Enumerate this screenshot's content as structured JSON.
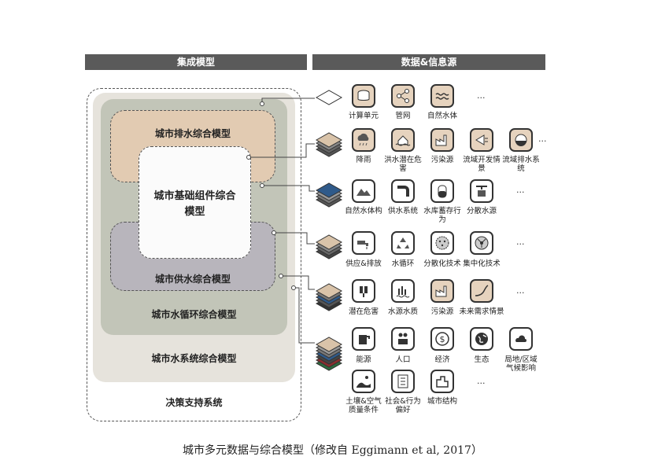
{
  "headers": {
    "left": "集成模型",
    "right": "数据&信息源"
  },
  "models": {
    "decision": "决策支持系统",
    "water_system": "城市水系统综合模型",
    "water_cycle": "城市水循环综合模型",
    "water_supply": "城市供水综合模型",
    "drainage": "城市排水综合模型",
    "basic_component": "城市基础组件综合模型"
  },
  "rows": [
    {
      "items": [
        {
          "label": "计算单元",
          "icon": "cylinder-icon"
        },
        {
          "label": "管网",
          "icon": "network-icon"
        },
        {
          "label": "自然水体",
          "icon": "water-waves-icon"
        }
      ],
      "more": "..."
    },
    {
      "items": [
        {
          "label": "降雨",
          "icon": "rain-cloud-icon"
        },
        {
          "label": "洪水潜在危害",
          "icon": "flood-house-icon"
        },
        {
          "label": "污染源",
          "icon": "factory-icon"
        },
        {
          "label": "流域开发情景",
          "icon": "funnel-icon"
        },
        {
          "label": "流域排水系统",
          "icon": "drain-icon"
        }
      ],
      "more": "..."
    },
    {
      "items": [
        {
          "label": "自然水体构",
          "icon": "mountains-icon"
        },
        {
          "label": "供水系统",
          "icon": "pipe-icon"
        },
        {
          "label": "水库蓄存行为",
          "icon": "reservoir-icon"
        },
        {
          "label": "分散水源",
          "icon": "tank-icon"
        }
      ],
      "more": "..."
    },
    {
      "items": [
        {
          "label": "供应&排放",
          "icon": "faucet-icon"
        },
        {
          "label": "水循环",
          "icon": "recycle-icon"
        },
        {
          "label": "分散化技术",
          "icon": "dots-circle-icon"
        },
        {
          "label": "集中化技术",
          "icon": "hub-icon"
        }
      ],
      "more": "..."
    },
    {
      "items": [
        {
          "label": "潜在危害",
          "icon": "hazard-icon"
        },
        {
          "label": "水源水质",
          "icon": "water-quality-icon"
        },
        {
          "label": "污染源",
          "icon": "factory-icon"
        },
        {
          "label": "未来需求情景",
          "icon": "curve-icon"
        }
      ],
      "more": "..."
    },
    {
      "items": [
        {
          "label": "能源",
          "icon": "energy-icon"
        },
        {
          "label": "人口",
          "icon": "people-icon"
        },
        {
          "label": "经济",
          "icon": "dollar-icon"
        },
        {
          "label": "生态",
          "icon": "globe-icon"
        },
        {
          "label": "局地/区域气候影响",
          "icon": "climate-icon"
        }
      ]
    },
    {
      "items": [
        {
          "label": "土壤&空气质量条件",
          "icon": "landscape-icon"
        },
        {
          "label": "社会&行为偏好",
          "icon": "list-icon"
        },
        {
          "label": "城市结构",
          "icon": "buildings-icon"
        }
      ],
      "more": "..."
    }
  ],
  "caption": "城市多元数据与综合模型（修改自 Eggimann et al, 2017）",
  "colors": {
    "header": "#5a5a5a",
    "tan": "#e6d3be",
    "water_system": "#e6e3dc",
    "water_cycle": "#c2c5b8",
    "water_supply": "#b8b5bc",
    "drainage": "#e2cbb2"
  }
}
